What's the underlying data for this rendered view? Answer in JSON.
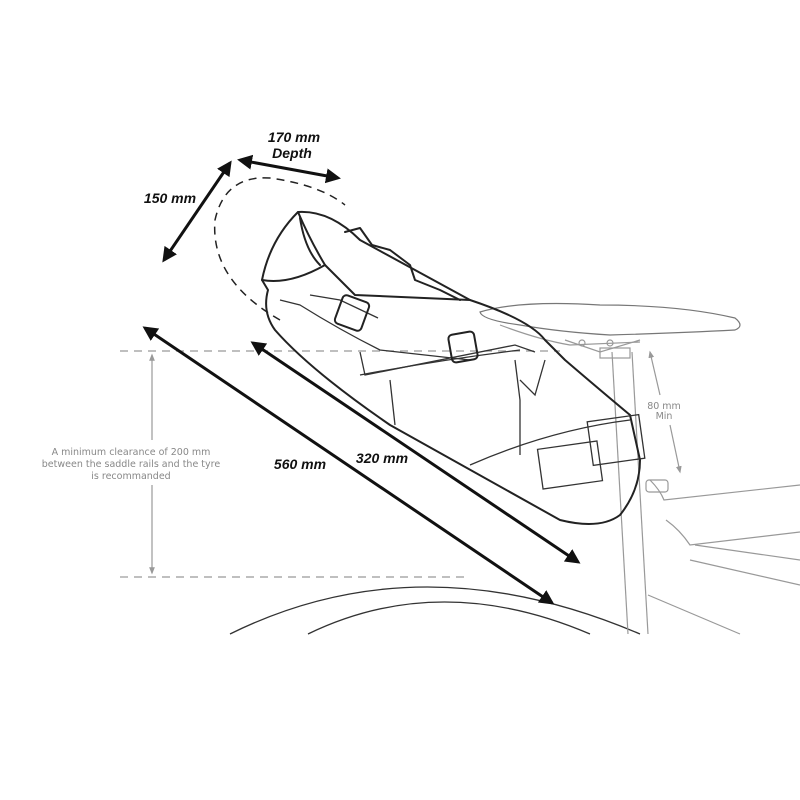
{
  "dimensions": {
    "depth_value": "170 mm",
    "depth_label": "Depth",
    "height_value": "150 mm",
    "total_length": "560 mm",
    "bag_length": "320 mm",
    "min_seatpost_value": "80 mm",
    "min_seatpost_label": "Min"
  },
  "clearance_note": [
    "A minimum clearance of 200 mm",
    "between the saddle rails and the tyre",
    "is recommanded"
  ],
  "colors": {
    "ink": "#111111",
    "guide": "#999999"
  }
}
